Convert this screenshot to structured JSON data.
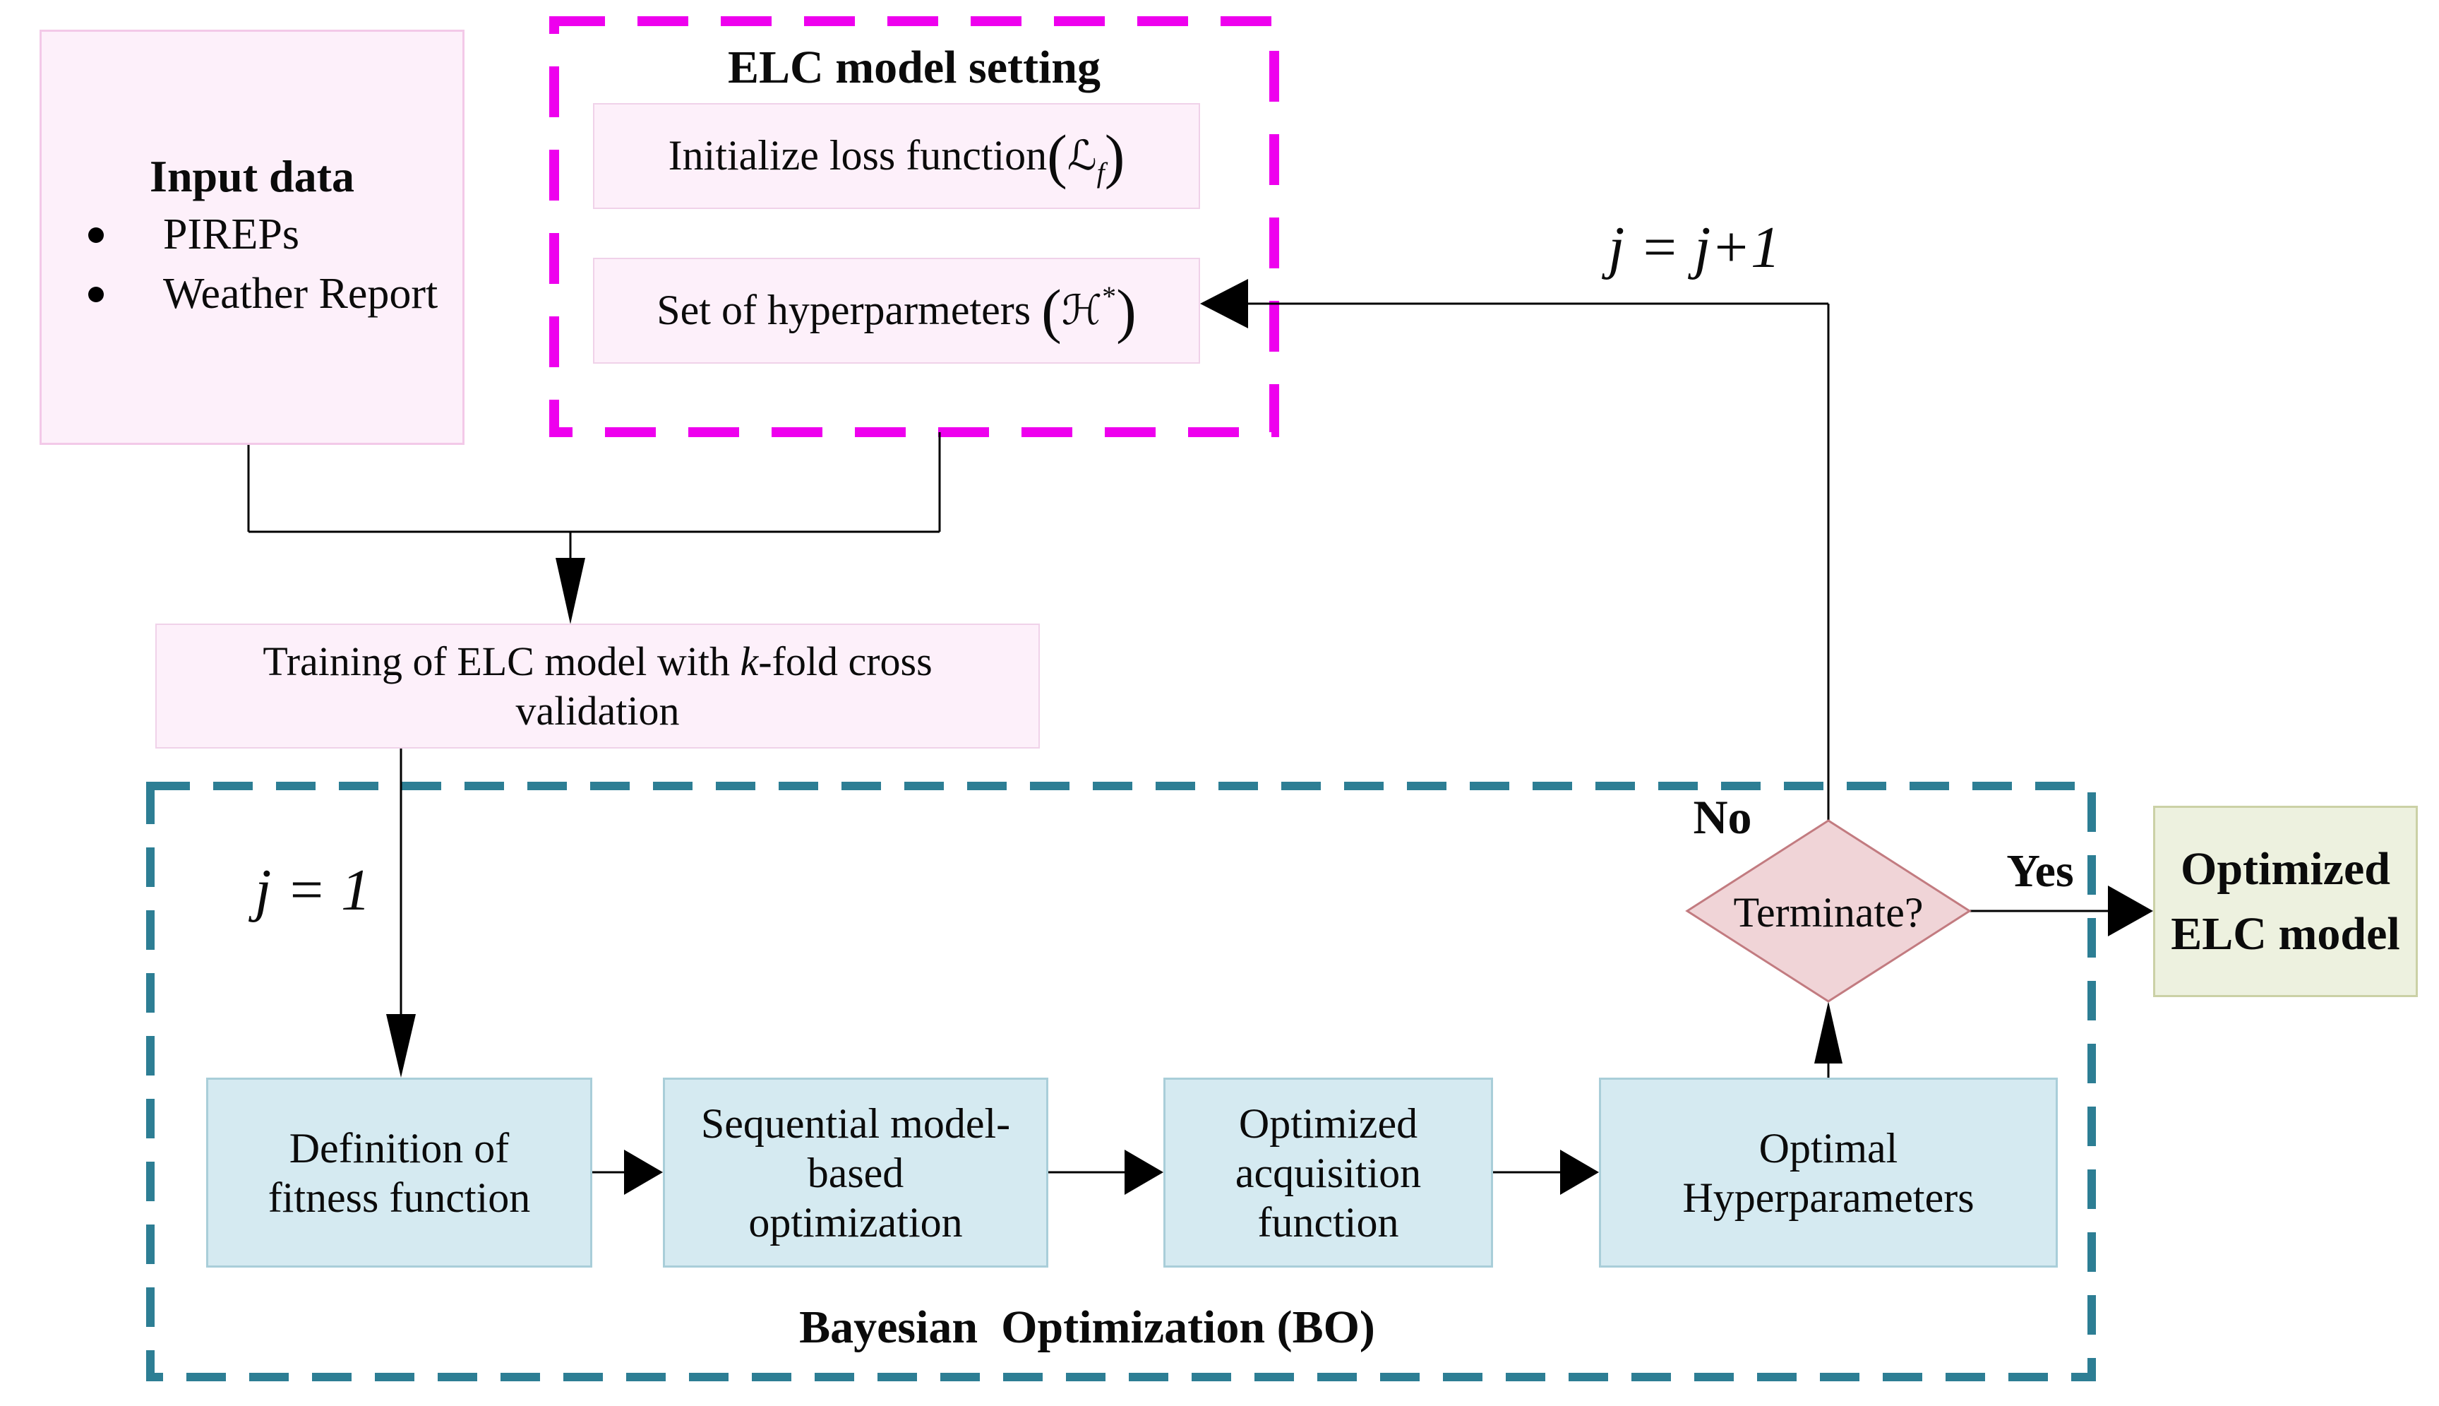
{
  "colors": {
    "pink_fill": "#fdf0fa",
    "pink_border": "#f3c9e8",
    "inner_pink_border": "#f0d2e9",
    "magenta_dash": "#ee00ee",
    "teal_dash": "#2d7e94",
    "blue_fill": "#d5eaf1",
    "blue_border": "#a9ced9",
    "diamond_fill": "#f0d4d7",
    "diamond_border": "#c27b80",
    "olive_fill": "#edf1df",
    "olive_border": "#cbd1a6"
  },
  "input_box": {
    "title": "Input data",
    "items": [
      "PIREPs",
      "Weather Report"
    ]
  },
  "elc_group": {
    "title": "ELC model setting",
    "init_box": {
      "text": "Initialize loss function",
      "open": "(",
      "symbol": "ℒ",
      "subscript": "f",
      "close": ")"
    },
    "hyper_box": {
      "text": "Set of hyperparmeters",
      "open": "(",
      "symbol": "ℋ",
      "superscript": "*",
      "close": ")"
    }
  },
  "labels": {
    "loop_increment": "j = j+1",
    "loop_init": "j = 1",
    "no": "No",
    "yes": "Yes"
  },
  "training_box": {
    "prefix": "Training of ELC model with ",
    "italic": "k",
    "suffix": "-fold cross",
    "line2": "validation"
  },
  "bo_group": {
    "title": "Bayesian  Optimization (BO)",
    "fitness_box": {
      "line1": "Definition of",
      "line2": "fitness function"
    },
    "smbo_box": {
      "line1": "Sequential model-",
      "line2": "based",
      "line3": "optimization"
    },
    "acquisition_box": {
      "line1": "Optimized",
      "line2": "acquisition",
      "line3": "function"
    },
    "optimal_box": {
      "line1": "Optimal",
      "line2": "Hyperparameters"
    },
    "terminate_diamond": {
      "text": "Terminate?"
    }
  },
  "result_box": {
    "line1": "Optimized",
    "line2": "ELC model"
  }
}
